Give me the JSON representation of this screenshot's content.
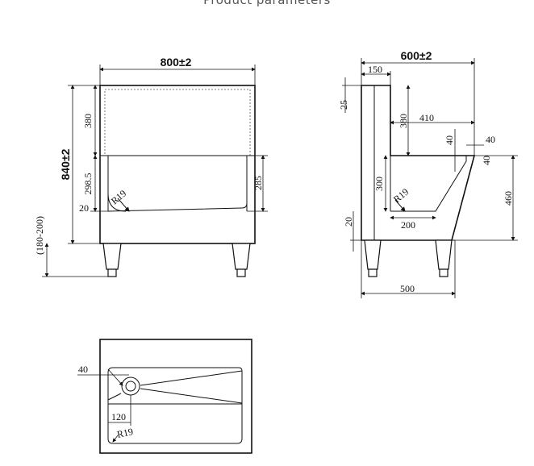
{
  "title": "Product parameters",
  "front": {
    "width_label": "800±2",
    "height_label": "840±2",
    "d380": "380",
    "d298": "298.5",
    "d20": "20",
    "d285": "285",
    "r19": "R19",
    "leg": "(180-200)"
  },
  "side": {
    "width_label": "600±2",
    "d150": "150",
    "d25": "25",
    "d380": "380",
    "d410": "410",
    "d40a": "40",
    "d40b": "40",
    "d40c": "40",
    "d300": "300",
    "r19": "R19",
    "d200": "200",
    "d20": "20",
    "d460": "460",
    "d500": "500"
  },
  "top": {
    "d40": "40",
    "d120": "120",
    "r19": "R19"
  }
}
